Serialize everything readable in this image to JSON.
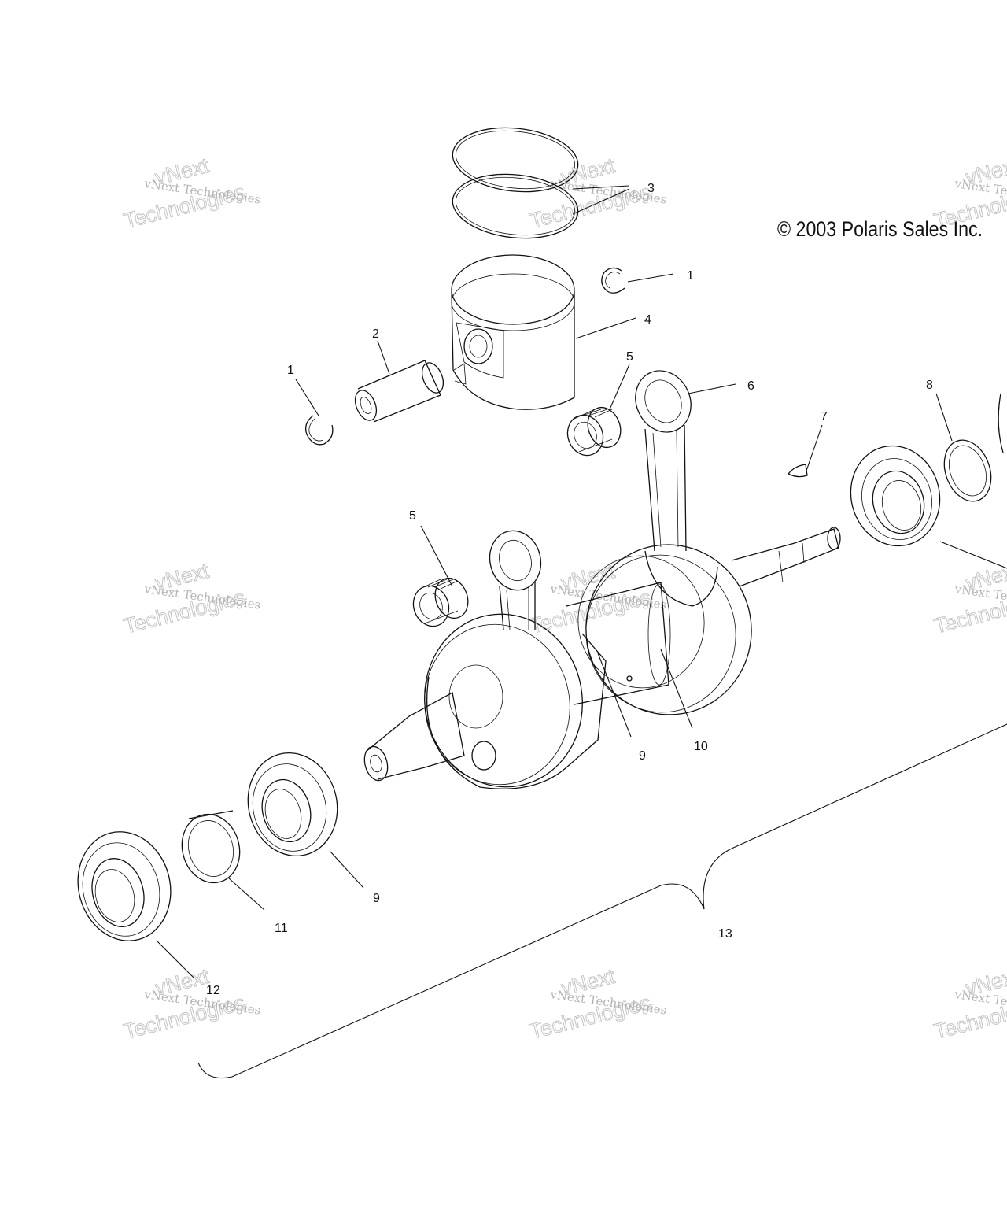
{
  "copyright": "© 2003 Polaris Sales Inc.",
  "watermark": {
    "line1": "vNext Technologies",
    "line2": "Technologies",
    "line3": "vNext"
  },
  "callouts": {
    "c1a": "1",
    "c1b": "1",
    "c2": "2",
    "c3": "3",
    "c4": "4",
    "c5a": "5",
    "c5b": "5",
    "c6": "6",
    "c7": "7",
    "c8": "8",
    "c9a": "9",
    "c9b": "9",
    "c10": "10",
    "c11": "11",
    "c12": "12",
    "c13": "13"
  }
}
